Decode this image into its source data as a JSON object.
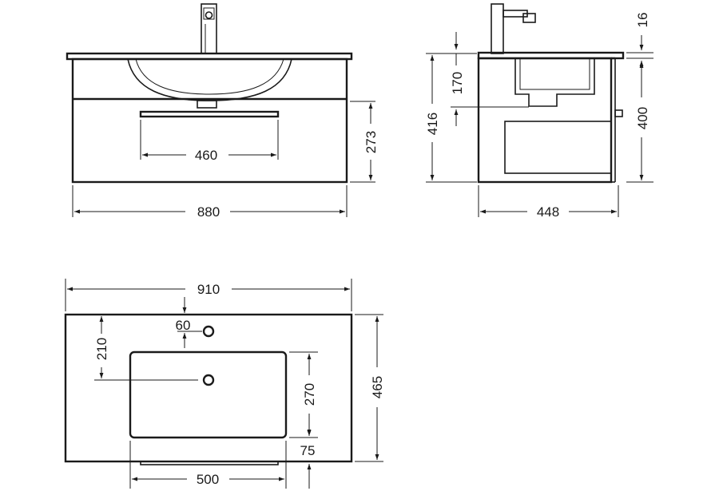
{
  "front_view": {
    "overall_width": "880",
    "handle_width": "460",
    "drawer_height": "273"
  },
  "side_view": {
    "overall_depth": "448",
    "overall_height": "416",
    "basin_depth": "170",
    "top_thickness": "16",
    "cabinet_height": "400"
  },
  "top_view": {
    "overall_width": "910",
    "overall_depth": "465",
    "tap_hole_offset": "60",
    "basin_front_offset": "210",
    "basin_depth": "270",
    "basin_width": "500",
    "back_offset": "75"
  },
  "colors": {
    "line": "#1a1a1a",
    "background": "#ffffff"
  }
}
